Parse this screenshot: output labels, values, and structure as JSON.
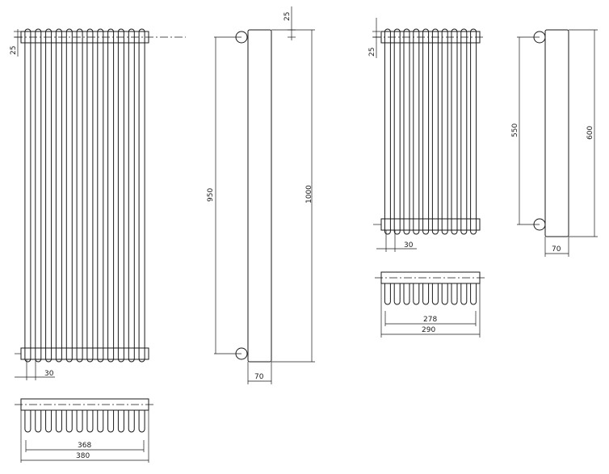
{
  "drawing": {
    "large_radiator": {
      "top_offset": "25",
      "pipe_pitch": "30",
      "inlet_spacing": "950",
      "height": "1000",
      "depth": "70",
      "inner_width": "368",
      "outer_width": "380",
      "column_count": 12
    },
    "small_radiator": {
      "top_offset": "25",
      "pipe_pitch": "30",
      "inlet_spacing": "550",
      "height": "600",
      "depth": "70",
      "inner_width": "278",
      "outer_width": "290",
      "column_count": 10
    }
  }
}
